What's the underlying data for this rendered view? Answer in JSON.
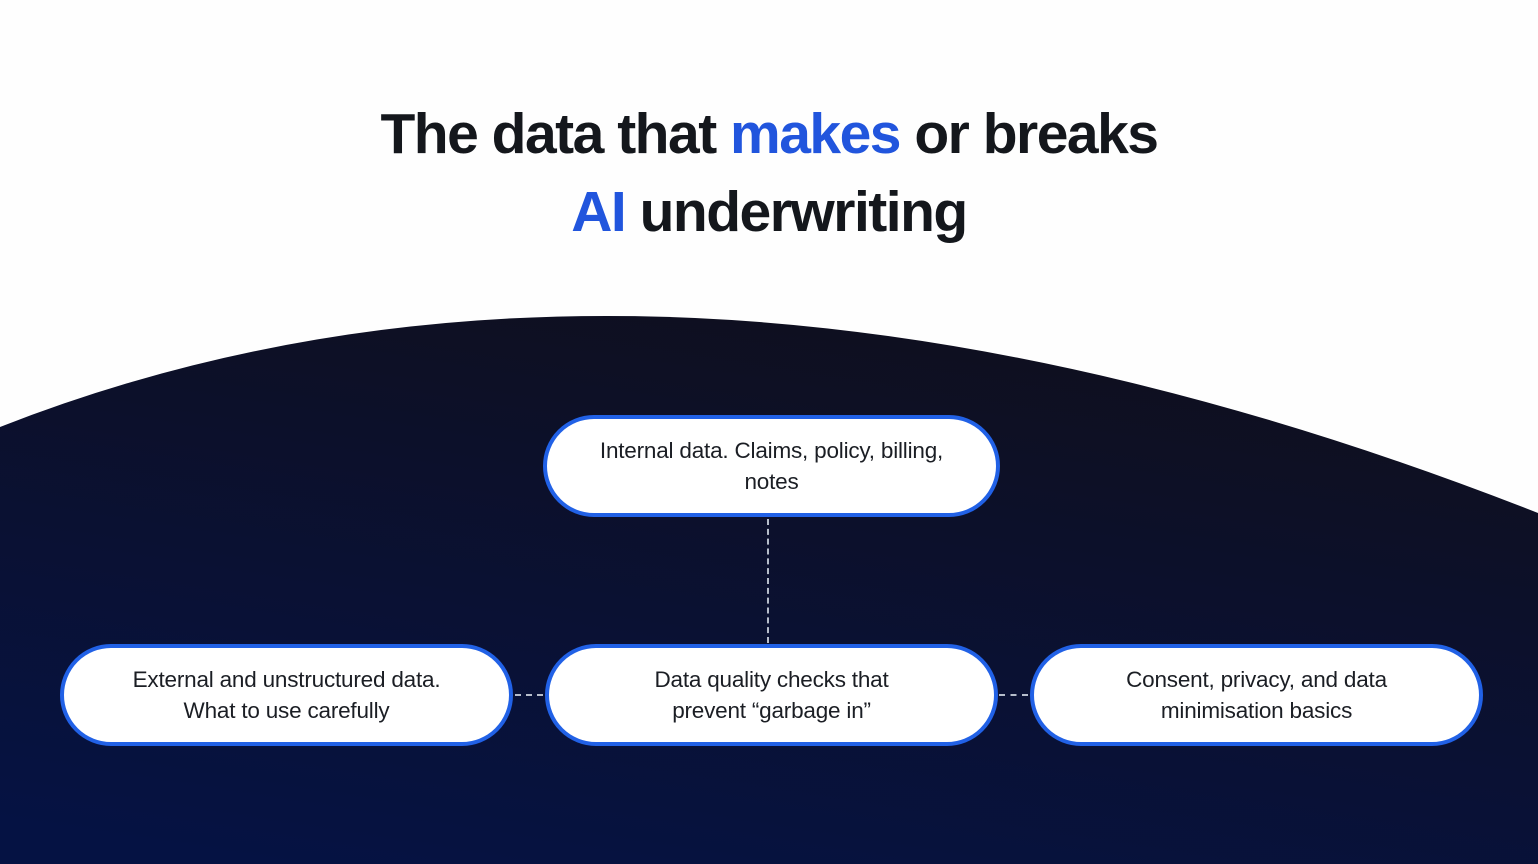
{
  "title": {
    "part1": "The data that ",
    "part2_highlight": "makes",
    "part3": " or breaks",
    "part4_highlight": "AI",
    "part5": " underwriting"
  },
  "nodes": {
    "top": {
      "label": "Internal data. Claims, policy, billing, notes"
    },
    "left": {
      "label": "External and unstructured data. What to use carefully"
    },
    "center": {
      "label": "Data quality checks that prevent “garbage in”"
    },
    "right": {
      "label": "Consent, privacy, and data minimisation basics"
    }
  },
  "colors": {
    "background": "#fefefe",
    "title_text": "#14171c",
    "title_highlight_blue": "#2155dd",
    "node_border_blue": "#2161e6",
    "node_background": "#ffffff",
    "node_text": "#1b1e24",
    "connector_dash": "#c6ccd8",
    "dome_gradient_top": "#0f0f1e",
    "dome_gradient_mid": "#0a1133",
    "dome_gradient_bottom": "#051243"
  }
}
